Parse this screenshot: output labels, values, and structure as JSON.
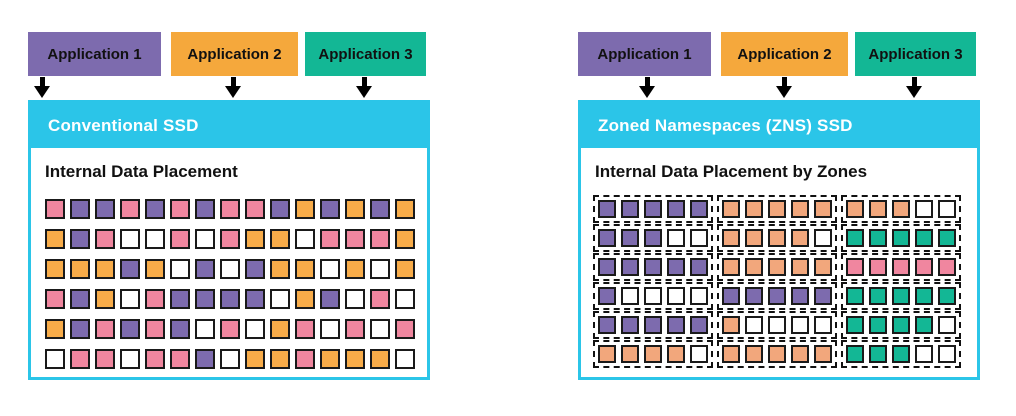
{
  "colors": {
    "purple": "#7D6BAE",
    "orange": "#F8AC49",
    "teal": "#13B795",
    "pink": "#F0869F",
    "salmon": "#F2A77C",
    "white": "#FFFFFF",
    "cyan": "#2BC5E8",
    "border_dark": "#1A1A1A"
  },
  "left_panel": {
    "applications": [
      {
        "label": "Application 1",
        "color": "#7D6BAE"
      },
      {
        "label": "Application 2",
        "color": "#F5A83C"
      },
      {
        "label": "Application 3",
        "color": "#13B795"
      }
    ],
    "ssd_title": "Conventional SSD",
    "placement_title": "Internal Data Placement",
    "grid_rows": [
      [
        "pink",
        "purple",
        "purple",
        "pink",
        "purple",
        "pink",
        "purple",
        "pink",
        "pink",
        "purple",
        "orange",
        "purple",
        "orange",
        "purple",
        "orange"
      ],
      [
        "orange",
        "purple",
        "pink",
        "white",
        "white",
        "pink",
        "white",
        "pink",
        "orange",
        "orange",
        "white",
        "pink",
        "pink",
        "pink",
        "orange"
      ],
      [
        "orange",
        "orange",
        "orange",
        "purple",
        "orange",
        "white",
        "purple",
        "white",
        "purple",
        "orange",
        "orange",
        "white",
        "orange",
        "white",
        "orange"
      ],
      [
        "pink",
        "purple",
        "orange",
        "white",
        "pink",
        "purple",
        "purple",
        "purple",
        "purple",
        "white",
        "orange",
        "purple",
        "white",
        "pink",
        "white"
      ],
      [
        "orange",
        "purple",
        "pink",
        "purple",
        "pink",
        "purple",
        "white",
        "pink",
        "white",
        "orange",
        "pink",
        "white",
        "pink",
        "white",
        "pink"
      ],
      [
        "white",
        "pink",
        "pink",
        "white",
        "pink",
        "pink",
        "purple",
        "white",
        "orange",
        "orange",
        "pink",
        "orange",
        "orange",
        "orange",
        "white"
      ]
    ]
  },
  "right_panel": {
    "applications": [
      {
        "label": "Application 1",
        "color": "#7D6BAE"
      },
      {
        "label": "Application 2",
        "color": "#F5A83C"
      },
      {
        "label": "Application 3",
        "color": "#13B795"
      }
    ],
    "ssd_title": "Zoned Namespaces (ZNS) SSD",
    "placement_title": "Internal Data Placement by Zones",
    "zone_rows": [
      [
        [
          "purple",
          "purple",
          "purple",
          "purple",
          "purple"
        ],
        [
          "salmon",
          "salmon",
          "salmon",
          "salmon",
          "salmon"
        ],
        [
          "salmon",
          "salmon",
          "salmon",
          "white",
          "white"
        ]
      ],
      [
        [
          "purple",
          "purple",
          "purple",
          "white",
          "white"
        ],
        [
          "salmon",
          "salmon",
          "salmon",
          "salmon",
          "white"
        ],
        [
          "teal",
          "teal",
          "teal",
          "teal",
          "teal"
        ]
      ],
      [
        [
          "purple",
          "purple",
          "purple",
          "purple",
          "purple"
        ],
        [
          "salmon",
          "salmon",
          "salmon",
          "salmon",
          "salmon"
        ],
        [
          "pink",
          "pink",
          "pink",
          "pink",
          "pink"
        ]
      ],
      [
        [
          "purple",
          "white",
          "white",
          "white",
          "white"
        ],
        [
          "purple",
          "purple",
          "purple",
          "purple",
          "purple"
        ],
        [
          "teal",
          "teal",
          "teal",
          "teal",
          "teal"
        ]
      ],
      [
        [
          "purple",
          "purple",
          "purple",
          "purple",
          "purple"
        ],
        [
          "salmon",
          "white",
          "white",
          "white",
          "white"
        ],
        [
          "teal",
          "teal",
          "teal",
          "teal",
          "white"
        ]
      ],
      [
        [
          "salmon",
          "salmon",
          "salmon",
          "salmon",
          "white"
        ],
        [
          "salmon",
          "salmon",
          "salmon",
          "salmon",
          "salmon"
        ],
        [
          "teal",
          "teal",
          "teal",
          "white",
          "white"
        ]
      ]
    ]
  }
}
